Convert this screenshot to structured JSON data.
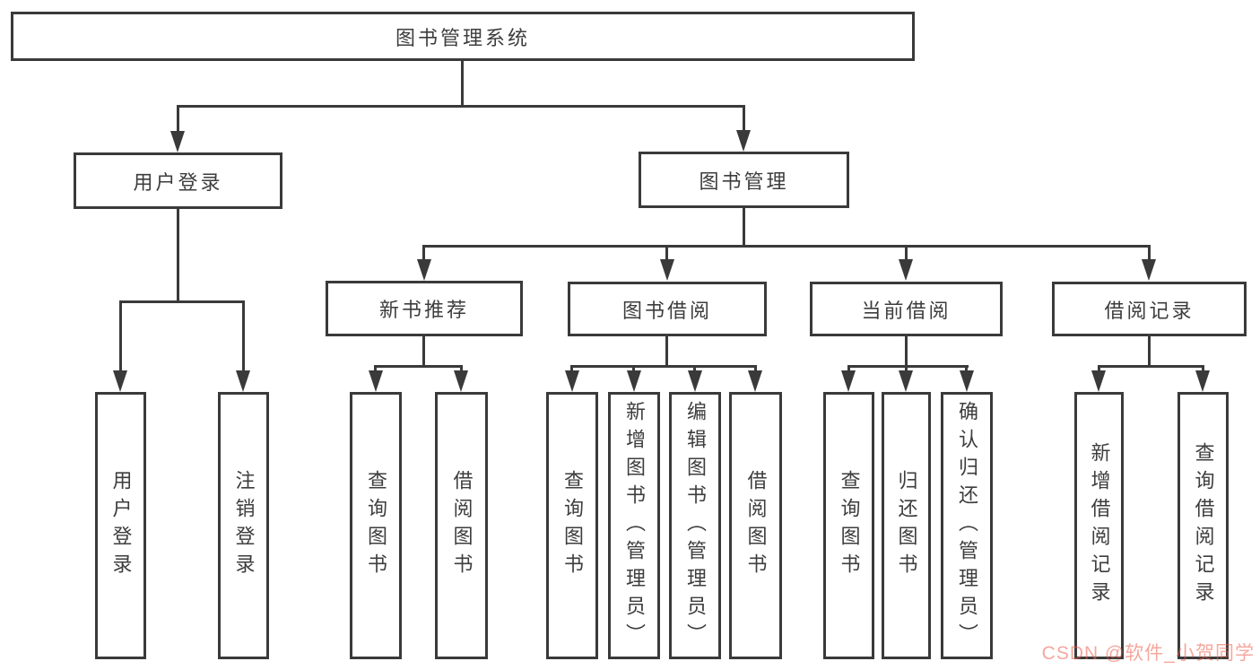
{
  "diagram": {
    "type": "hierarchy-tree",
    "title": "图书管理系统",
    "hierarchy": {
      "图书管理系统": {
        "用户登录": [
          "用户登录",
          "注销登录"
        ],
        "图书管理": {
          "新书推荐": [
            "查询图书",
            "借阅图书"
          ],
          "图书借阅": [
            "查询图书",
            "新增图书（管理员）",
            "编辑图书（管理员）",
            "借阅图书"
          ],
          "当前借阅": [
            "查询图书",
            "归还图书",
            "确认归还（管理员）"
          ],
          "借阅记录": [
            "新增借阅记录",
            "查询借阅记录"
          ]
        }
      }
    }
  },
  "nodes": {
    "root": {
      "label": "图书管理系统"
    },
    "level1": [
      {
        "label": "用户登录"
      },
      {
        "label": "图书管理"
      }
    ],
    "level2": [
      {
        "label": "新书推荐"
      },
      {
        "label": "图书借阅"
      },
      {
        "label": "当前借阅"
      },
      {
        "label": "借阅记录"
      }
    ],
    "leaves_login": [
      {
        "label": "用户登录"
      },
      {
        "label": "注销登录"
      }
    ],
    "leaves_recommend": [
      {
        "label": "查询图书"
      },
      {
        "label": "借阅图书"
      }
    ],
    "leaves_borrow": [
      {
        "label": "查询图书"
      },
      {
        "label": "新增图书（管理员）"
      },
      {
        "label": "编辑图书（管理员）"
      },
      {
        "label": "借阅图书"
      }
    ],
    "leaves_current": [
      {
        "label": "查询图书"
      },
      {
        "label": "归还图书"
      },
      {
        "label": "确认归还（管理员）"
      }
    ],
    "leaves_records": [
      {
        "label": "新增借阅记录"
      },
      {
        "label": "查询借阅记录"
      }
    ]
  },
  "watermark": {
    "text": "CSDN @软件_小贺同学"
  },
  "colors": {
    "line": "#3a3a3a",
    "text": "#3d3d3d",
    "watermark": "#ed5e4b",
    "background": "#ffffff"
  }
}
